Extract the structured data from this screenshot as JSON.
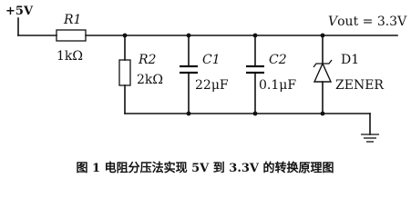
{
  "source": {
    "label": "+5V"
  },
  "vout": {
    "symbol": "V",
    "label": "out = 3.3V"
  },
  "r1": {
    "ref": "R1",
    "value": "1kΩ"
  },
  "r2": {
    "ref": "R2",
    "value": "2kΩ"
  },
  "c1": {
    "ref": "C1",
    "value": "22μF"
  },
  "c2": {
    "ref": "C2",
    "value": "0.1μF"
  },
  "d1": {
    "ref": "D1",
    "type": "ZENER"
  },
  "caption": "图 1  电阻分压法实现 5V 到 3.3V 的转换原理图"
}
